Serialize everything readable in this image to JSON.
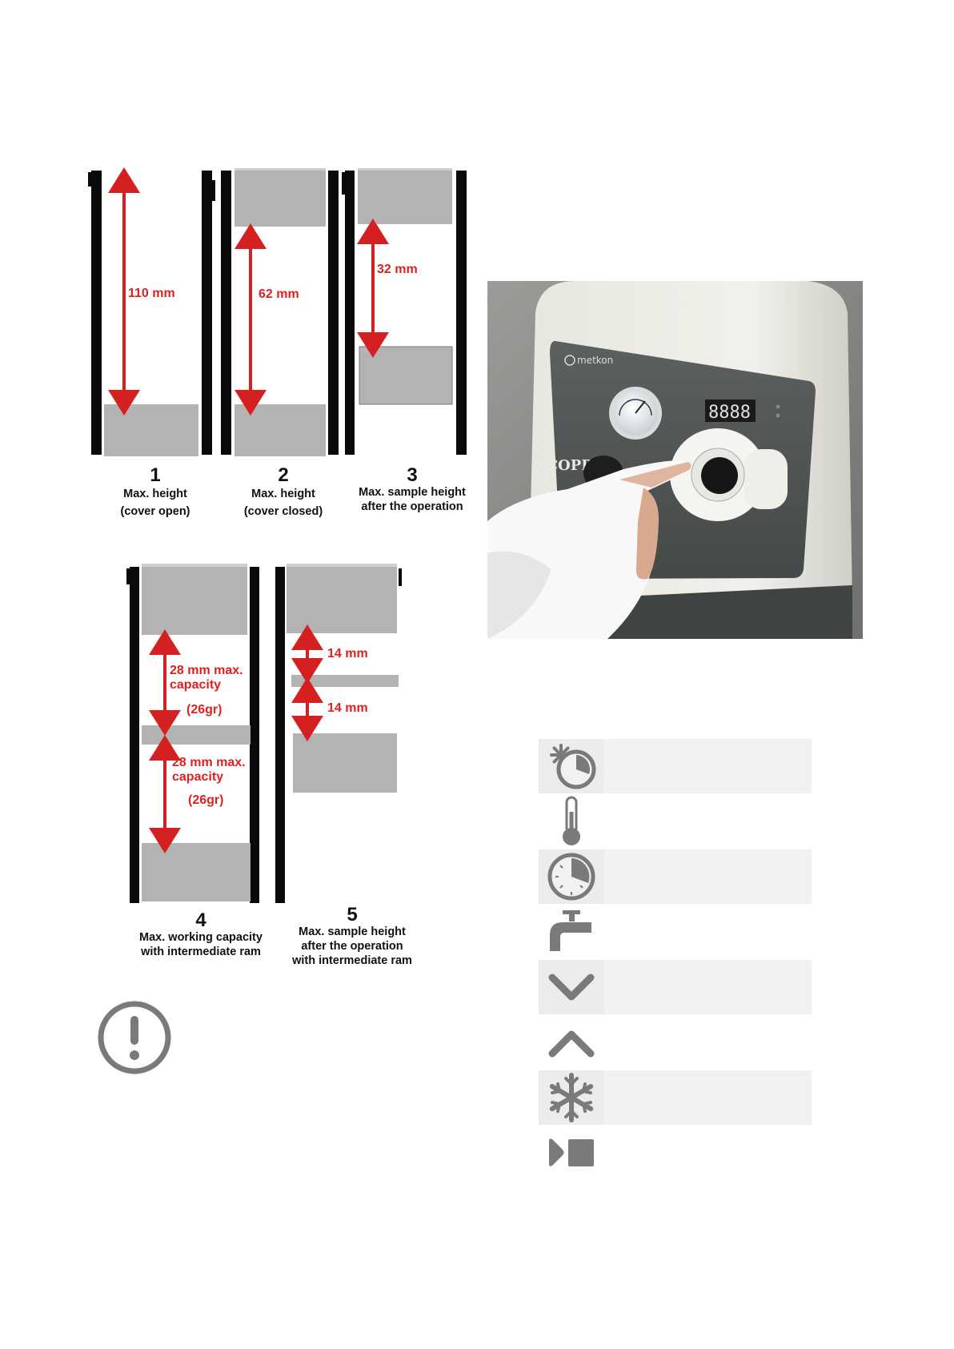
{
  "diagrams": {
    "d1": {
      "number": "1",
      "caption": "Max. height\n(cover open)",
      "dimension": "110 mm"
    },
    "d2": {
      "number": "2",
      "caption": "Max. height\n(cover closed)",
      "dimension": "62 mm"
    },
    "d3": {
      "number": "3",
      "caption": "Max. sample height\nafter the operation",
      "dimension": "32 mm"
    },
    "d4": {
      "number": "4",
      "caption": "Max. working capacity\nwith intermediate ram",
      "upper_label": "28 mm max.\ncapacity",
      "upper_weight": "(26gr)",
      "lower_label": "28 mm max.\ncapacity",
      "lower_weight": "(26gr)"
    },
    "d5": {
      "number": "5",
      "caption": "Max. sample height\nafter the operation\nwith intermediate ram",
      "upper_dimension": "14 mm",
      "lower_dimension": "14 mm"
    }
  },
  "photo": {
    "brand": "metkon",
    "model": "ECOPRES",
    "display": "8888"
  },
  "warning_icon": "exclamation-circle-icon",
  "controls": [
    {
      "icon": "cooling-timer-icon"
    },
    {
      "icon": "thermometer-icon"
    },
    {
      "icon": "timer-icon"
    },
    {
      "icon": "water-tap-icon"
    },
    {
      "icon": "chevron-down-icon"
    },
    {
      "icon": "chevron-up-icon"
    },
    {
      "icon": "snowflake-icon"
    },
    {
      "icon": "start-stop-icon"
    }
  ],
  "colors": {
    "arrow": "#d42020",
    "block": "#b3b3b3",
    "wall": "#0a0a0a",
    "icon": "#7a7a7a"
  }
}
